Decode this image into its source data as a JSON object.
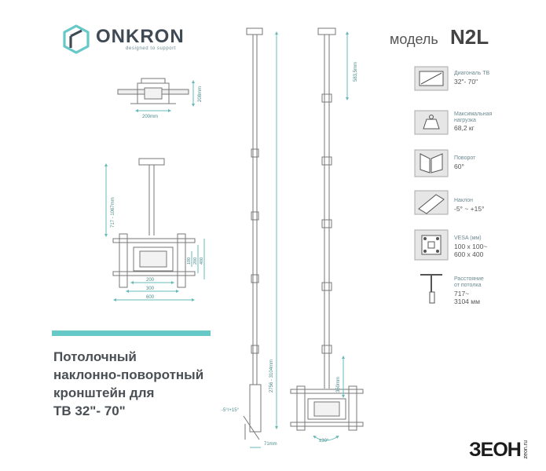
{
  "brand": {
    "name": "ONKRON",
    "tagline": "designed to support"
  },
  "model": {
    "word": "модель",
    "code": "N2L"
  },
  "title_lines": [
    "Потолочный",
    "наклонно-поворотный",
    "кронштейн для",
    "ТВ 32\"- 70\""
  ],
  "specs": [
    {
      "icon": "tv-diagonal-icon",
      "label": "Диагональ ТВ",
      "value": "32\"- 70\""
    },
    {
      "icon": "weight-icon",
      "label_lines": [
        "Максимальная",
        "нагрузка"
      ],
      "value": "68,2 кг"
    },
    {
      "icon": "swivel-icon",
      "label": "Поворот",
      "value": "60°"
    },
    {
      "icon": "tilt-icon",
      "label": "Наклон",
      "value": "-5° ~ +15°"
    },
    {
      "icon": "vesa-icon",
      "label": "VESA (мм)",
      "value_lines": [
        "100 х 100~",
        "600 х 400"
      ]
    },
    {
      "icon": "ceiling-distance-icon",
      "label_lines": [
        "Расстояние",
        "от потолка"
      ],
      "value_lines": [
        "717~",
        "3104 мм"
      ]
    }
  ],
  "dimensions": {
    "top_width": "200mm",
    "top_height": "208mm",
    "range_short": "717 - 1067mm",
    "vesa_w1": "200",
    "vesa_w2": "300",
    "vesa_w3": "600",
    "vesa_h1": "100",
    "vesa_h2": "200",
    "vesa_h3": "400",
    "pole_top": "583,5mm",
    "range_long": "2756 - 3104mm",
    "plate_height": "350mm",
    "tilt": "-5°/+15°",
    "depth": "71mm",
    "swivel": "±30°"
  },
  "store": {
    "name": "ЗЕОН",
    "domain": "zeon.ru"
  },
  "colors": {
    "accent": "#67c8c8",
    "dimension": "#67b8b8",
    "line": "#7c7c7c"
  }
}
